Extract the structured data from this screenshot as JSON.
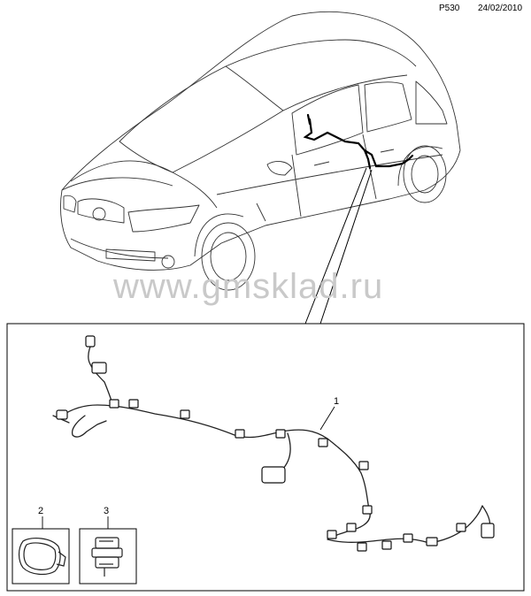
{
  "header": {
    "page_code": "P530",
    "date": "24/02/2010"
  },
  "watermark": "www.gmsklad.ru",
  "callouts": {
    "item1": "1",
    "item2": "2",
    "item3": "3"
  },
  "icons": {
    "vehicle": "vehicle-outline-icon",
    "harness": "wiring-harness-icon",
    "grommet": "grommet-icon",
    "clip": "clip-icon"
  }
}
